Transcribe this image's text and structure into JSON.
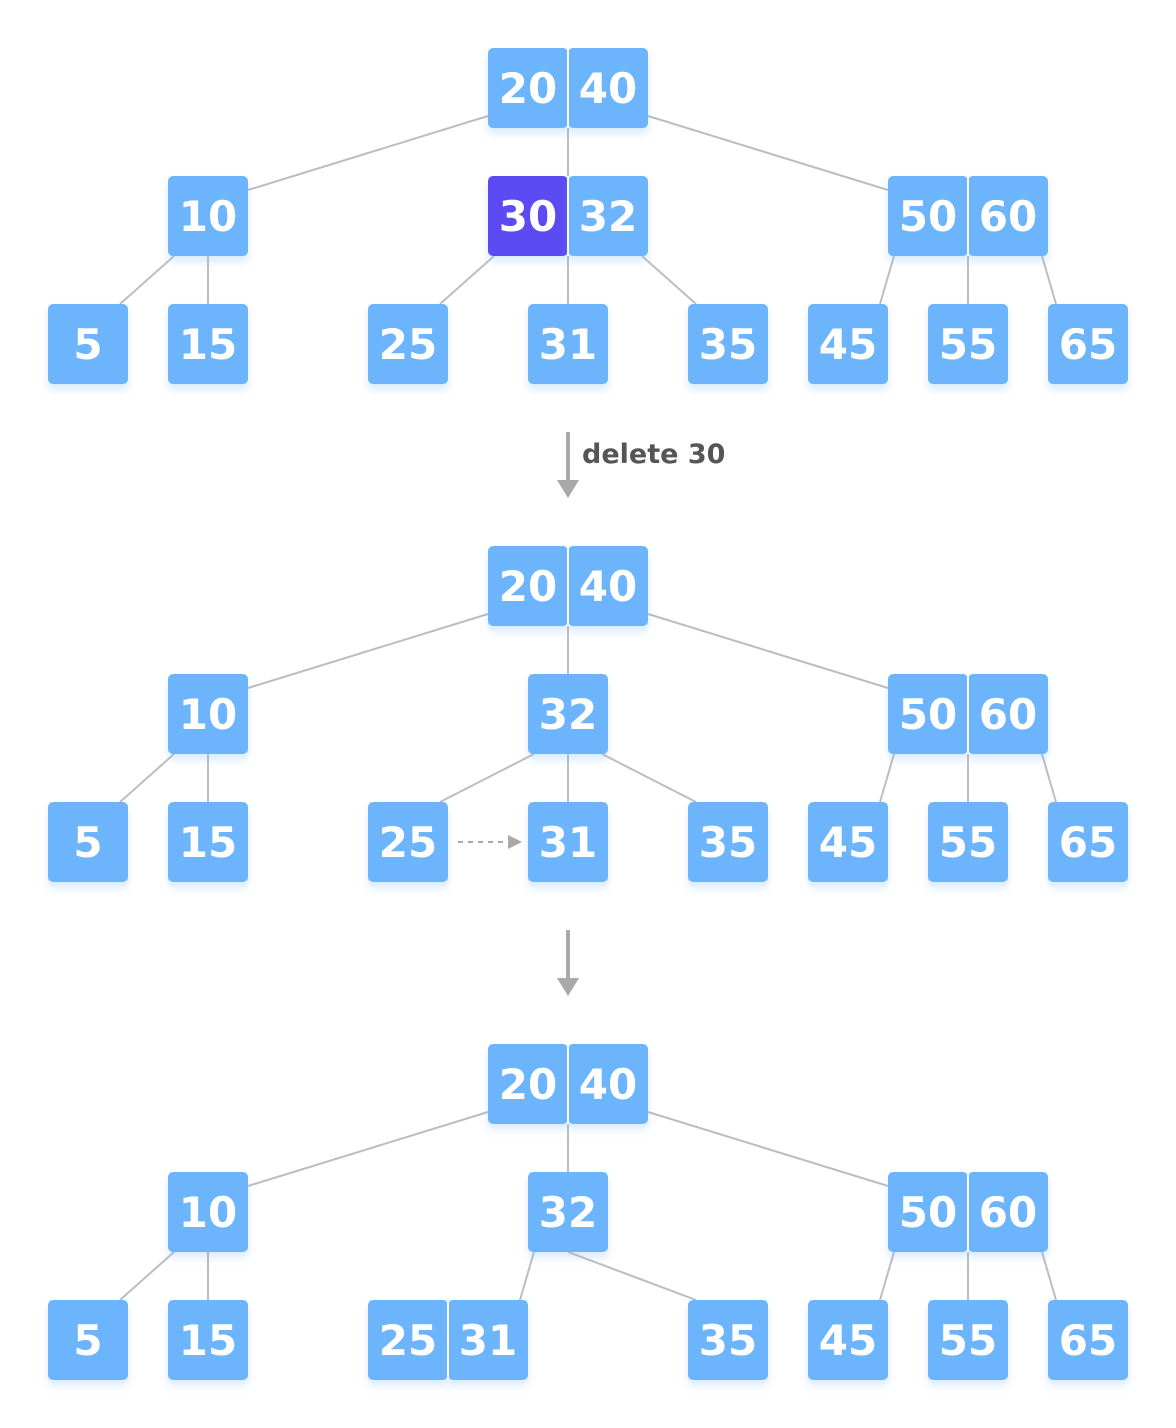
{
  "colors": {
    "node_fill": "#6cb4fc",
    "node_highlight": "#5b4cf2",
    "node_shadow": "#dbe9f9",
    "edge": "#bdbdbd",
    "divider": "#ffffff",
    "arrow": "#a9a9a9",
    "label": "#555555"
  },
  "steps": [
    {
      "name": "before",
      "root": [
        "20",
        "40"
      ],
      "internal": [
        [
          "10"
        ],
        [
          "30",
          "32"
        ],
        [
          "50",
          "60"
        ]
      ],
      "highlight_key": "30",
      "leaves": [
        [
          "5"
        ],
        [
          "15"
        ],
        [
          "25"
        ],
        [
          "31"
        ],
        [
          "35"
        ],
        [
          "45"
        ],
        [
          "55"
        ],
        [
          "65"
        ]
      ]
    },
    {
      "name": "after-delete",
      "root": [
        "20",
        "40"
      ],
      "internal": [
        [
          "10"
        ],
        [
          "32"
        ],
        [
          "50",
          "60"
        ]
      ],
      "leaves": [
        [
          "5"
        ],
        [
          "15"
        ],
        [
          "25"
        ],
        [
          "31"
        ],
        [
          "35"
        ],
        [
          "45"
        ],
        [
          "55"
        ],
        [
          "65"
        ]
      ],
      "merge_hint": {
        "from": "25",
        "to": "31"
      }
    },
    {
      "name": "after-merge",
      "root": [
        "20",
        "40"
      ],
      "internal": [
        [
          "10"
        ],
        [
          "32"
        ],
        [
          "50",
          "60"
        ]
      ],
      "leaves": [
        [
          "5"
        ],
        [
          "15"
        ],
        [
          "25",
          "31"
        ],
        [
          "35"
        ],
        [
          "45"
        ],
        [
          "55"
        ],
        [
          "65"
        ]
      ]
    }
  ],
  "transitions": [
    {
      "label": "delete 30"
    },
    {
      "label": ""
    }
  ]
}
